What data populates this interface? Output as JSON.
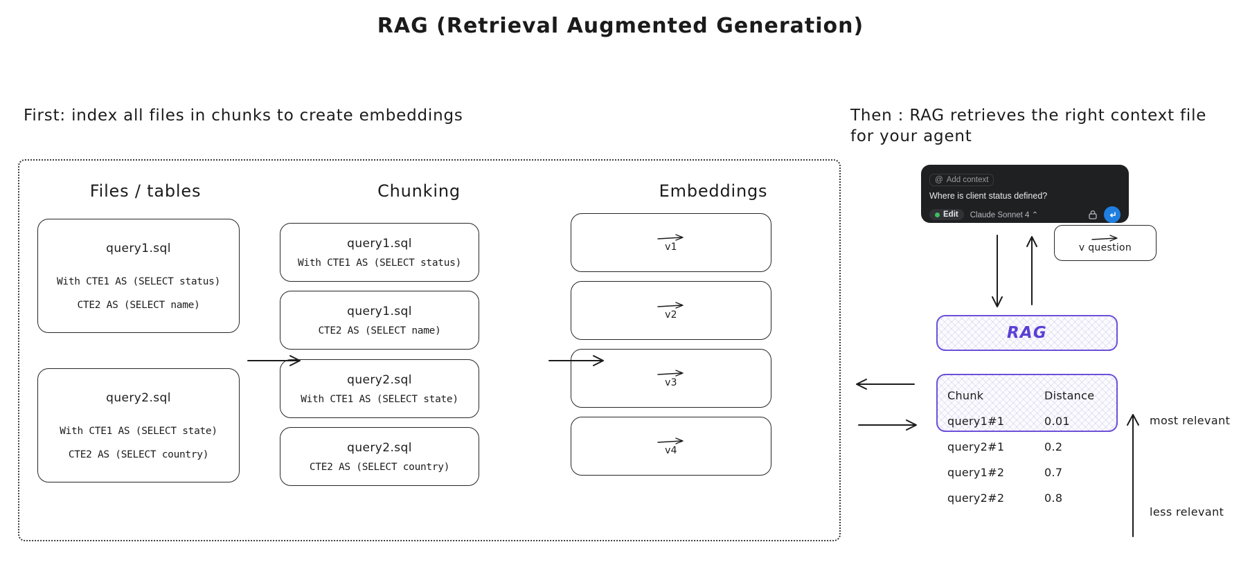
{
  "title": "RAG (Retrieval Augmented Generation)",
  "captions": {
    "left": "First: index all files in chunks to create embeddings",
    "right": "Then : RAG retrieves the right context file for your agent"
  },
  "indexing": {
    "columns": {
      "files": "Files / tables",
      "chunking": "Chunking",
      "embeddings": "Embeddings"
    },
    "files": [
      {
        "name": "query1.sql",
        "lines": [
          "With CTE1 AS (SELECT status)",
          "CTE2 AS (SELECT name)"
        ]
      },
      {
        "name": "query2.sql",
        "lines": [
          "With CTE1 AS (SELECT state)",
          "CTE2 AS (SELECT country)"
        ]
      }
    ],
    "chunks": [
      {
        "name": "query1.sql",
        "line": "With CTE1 AS (SELECT status)"
      },
      {
        "name": "query1.sql",
        "line": "CTE2 AS (SELECT name)"
      },
      {
        "name": "query2.sql",
        "line": "With CTE1 AS (SELECT state)"
      },
      {
        "name": "query2.sql",
        "line": "CTE2 AS (SELECT country)"
      }
    ],
    "embeddings": [
      {
        "label": "v1"
      },
      {
        "label": "v2"
      },
      {
        "label": "v3"
      },
      {
        "label": "v4"
      }
    ]
  },
  "composer": {
    "add_context": "Add context",
    "at_icon": "@",
    "query": "Where is client status defined?",
    "edit_label": "Edit",
    "model": "Claude Sonnet 4",
    "model_chevron": "⌃",
    "lock_icon": "lock-icon",
    "send_icon": "↵"
  },
  "retrieval": {
    "question_vector": "v question",
    "rag_label": "RAG",
    "table": {
      "headers": [
        "Chunk",
        "Distance"
      ],
      "rows": [
        {
          "chunk": "query1#1",
          "distance": "0.01"
        },
        {
          "chunk": "query2#1",
          "distance": "0.2"
        },
        {
          "chunk": "query1#2",
          "distance": "0.7"
        },
        {
          "chunk": "query2#2",
          "distance": "0.8"
        }
      ]
    },
    "relevance_most": "most relevant",
    "relevance_less": "less relevant"
  },
  "colors": {
    "ink": "#1b1b1b",
    "purple": "#6c4fd8",
    "purple_text": "#5b3fd4",
    "composer_bg": "#1f2022",
    "send_blue": "#1f7fe0",
    "status_green": "#3fbf5f"
  }
}
